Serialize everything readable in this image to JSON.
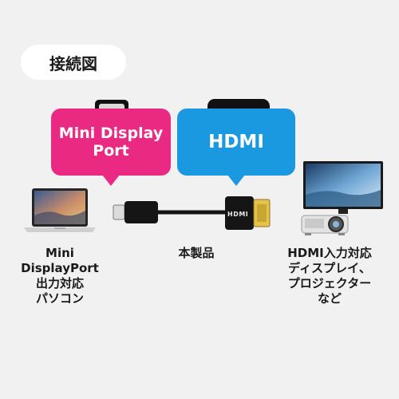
{
  "title": "接続図",
  "connectors": {
    "left": {
      "label_lines": [
        "Mini Display",
        "Port"
      ],
      "color": "#ea2a82"
    },
    "right": {
      "label": "HDMI",
      "color": "#1a98e0"
    }
  },
  "cable": {
    "hdmi_logo_text": "HDMI",
    "label": "本製品"
  },
  "devices": {
    "left": {
      "label_lines": [
        "Mini",
        "DisplayPort",
        "出力対応",
        "パソコン"
      ]
    },
    "right": {
      "label_lines": [
        "HDMI入力対応",
        "ディスプレイ、",
        "プロジェクター",
        "など"
      ]
    }
  }
}
